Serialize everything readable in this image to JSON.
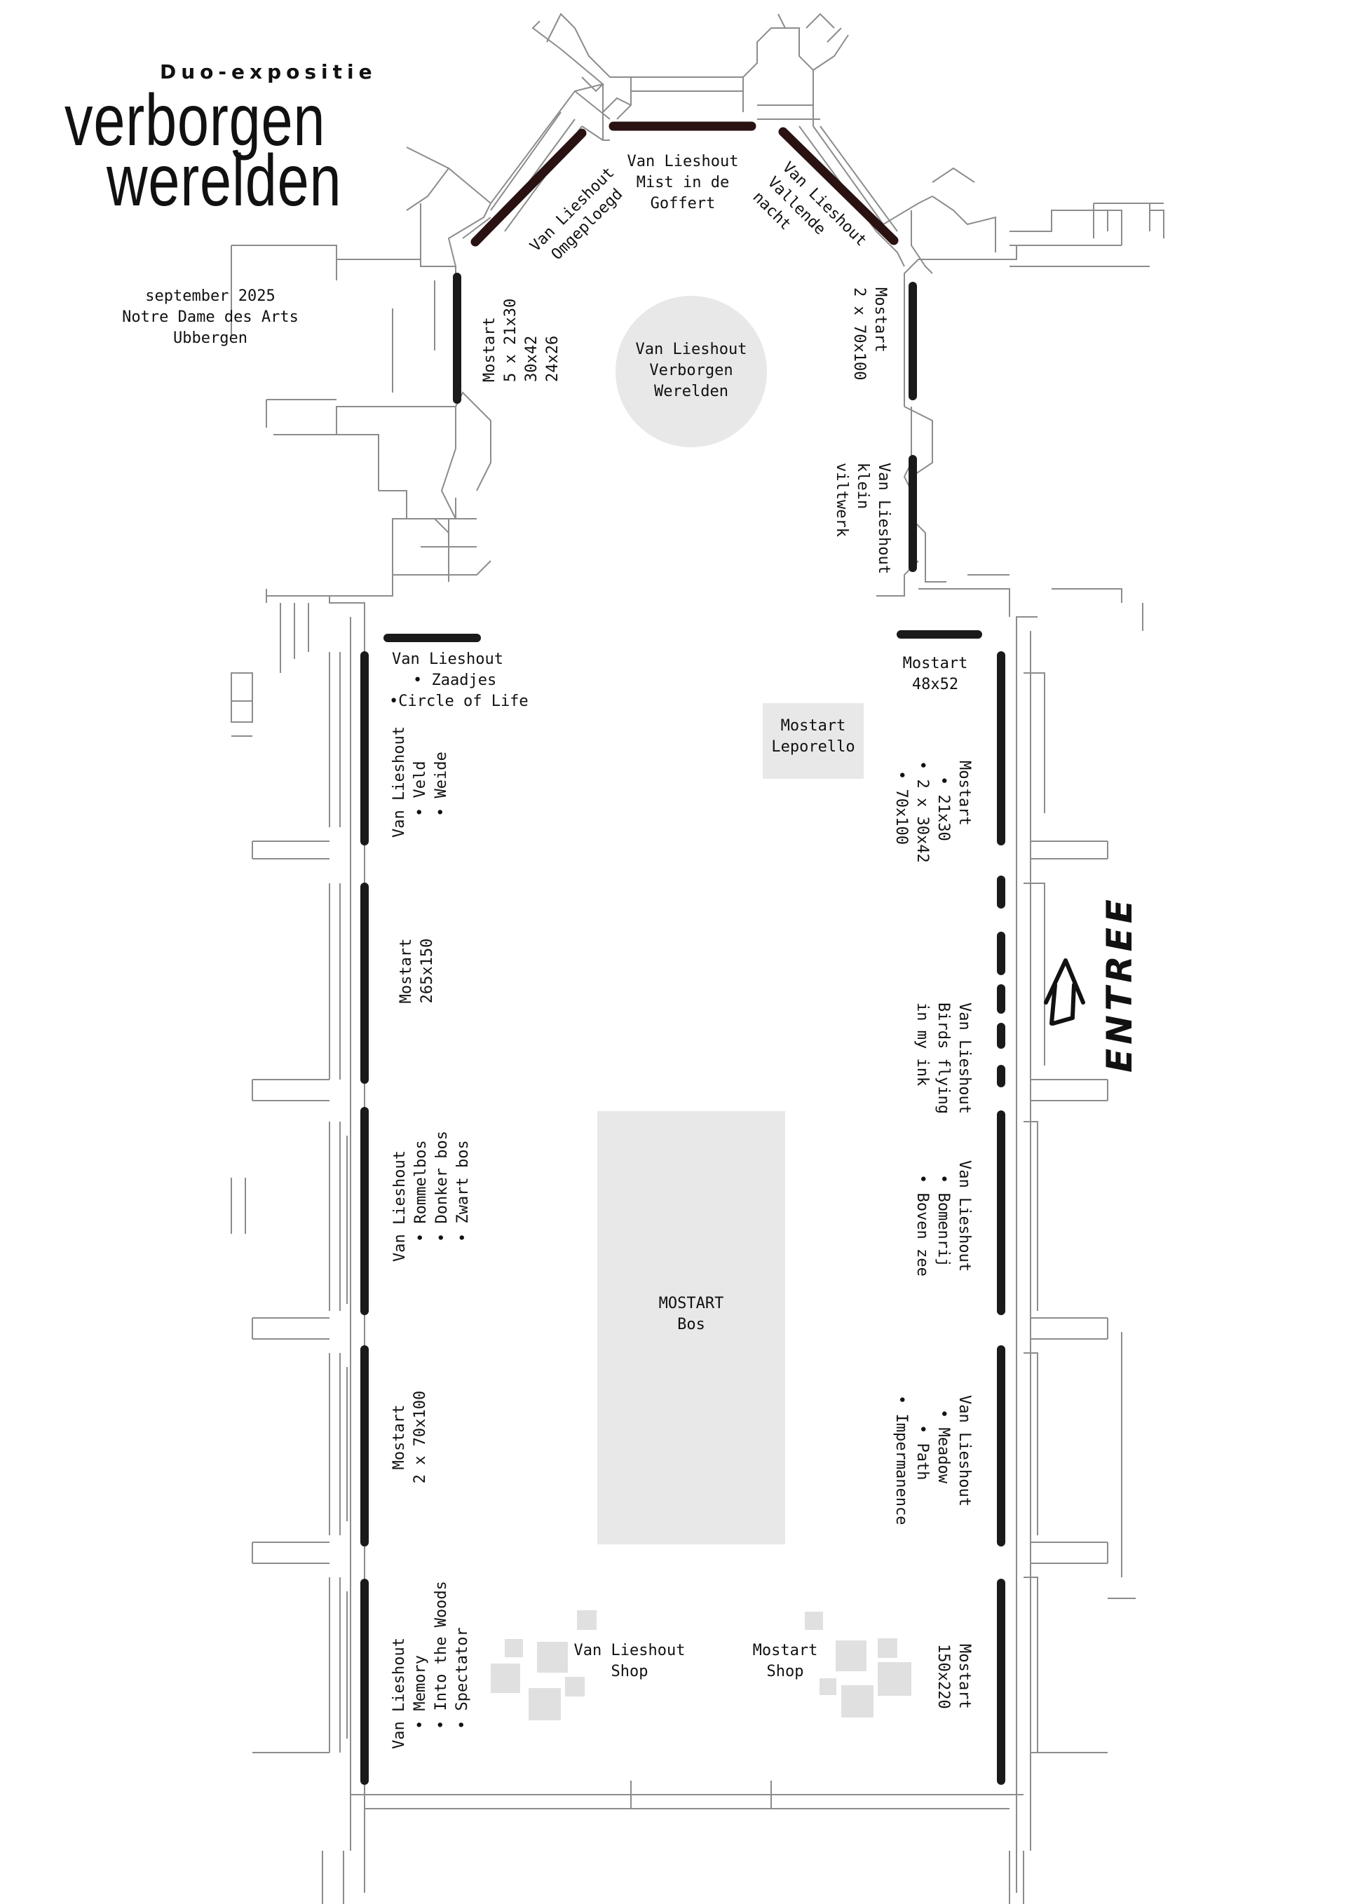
{
  "header": {
    "kicker": "Duo-expositie",
    "title_line1": "verborgen",
    "title_line2": "werelden"
  },
  "event": {
    "date": "september 2025",
    "venue": "Notre Dame des Arts",
    "city": "Ubbergen"
  },
  "entrance_label": "ENTREE",
  "colors": {
    "walls": "#1a1a1a",
    "display_walls": "#2a1212",
    "areas": "#e8e8e8",
    "sketch": "#555555"
  },
  "labels": {
    "omgeploegd": [
      "Van Lieshout",
      "Omgeploegd"
    ],
    "mist": [
      "Van Lieshout",
      "Mist in de",
      "Goffert"
    ],
    "vallende": [
      "Van Lieshout",
      "Vallende",
      "nacht"
    ],
    "mostart_left_top": [
      "Mostart",
      "5 x 21x30",
      "30x42",
      "24x26"
    ],
    "verborgen_center": [
      "Van Lieshout",
      "Verborgen",
      "Werelden"
    ],
    "mostart_right_top": [
      "Mostart",
      "2 x 70x100"
    ],
    "viltwerk": [
      "Van Lieshout",
      "klein",
      "viltwerk"
    ],
    "zaadjes": [
      "Van Lieshout",
      "• Zaadjes",
      "•Circle of Life"
    ],
    "mostart_48x52": [
      "Mostart",
      "48x52"
    ],
    "leporello": [
      "Mostart",
      "Leporello"
    ],
    "veld": [
      "Van Lieshout",
      "• Veld",
      "• Weide"
    ],
    "mostart_right_mid": [
      "Mostart",
      "• 21x30",
      "• 2 x 30x42",
      "• 70x100"
    ],
    "mostart_265": [
      "Mostart",
      "265x150"
    ],
    "birds": [
      "Van Lieshout",
      "Birds flying",
      "in my ink"
    ],
    "rommelbos": [
      "Van Lieshout",
      "• Rommelbos",
      "• Donker bos",
      "• Zwart bos"
    ],
    "bomenrij": [
      "Van Lieshout",
      "• Bomenrij",
      "• Boven zee"
    ],
    "bos": [
      "MOSTART",
      "Bos"
    ],
    "mostart_70x100_left": [
      "Mostart",
      "2 x 70x100"
    ],
    "meadow": [
      "Van Lieshout",
      "• Meadow",
      "• Path",
      "• Impermanence"
    ],
    "memory": [
      "Van Lieshout",
      "• Memory",
      "• Into the Woods",
      "• Spectator"
    ],
    "shop_vl": [
      "Van Lieshout",
      "Shop"
    ],
    "shop_mostart": [
      "Mostart",
      "Shop"
    ],
    "mostart_150": [
      "Mostart",
      "150x220"
    ]
  }
}
